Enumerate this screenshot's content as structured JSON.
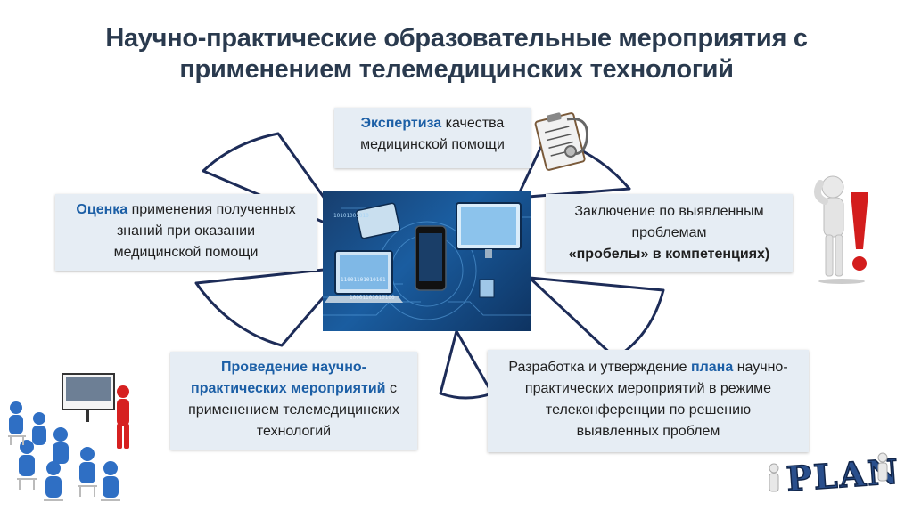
{
  "title": {
    "line1": "Научно-практические образовательные мероприятия с",
    "line2": "применением телемедицинских технологий"
  },
  "boxes": {
    "top": {
      "highlight": "Экспертиза",
      "rest1": " качества",
      "line2": "медицинской помощи"
    },
    "left": {
      "highlight": "Оценка",
      "rest1": " применения полученных",
      "line2": "знаний при оказании",
      "line3": "медицинской помощи"
    },
    "right": {
      "line1": "Заключение по выявленным",
      "line2": "проблемам",
      "line3": "«пробелы» в компетенциях)"
    },
    "bottom_left": {
      "highlight1": "Проведение научно-",
      "highlight2": "практических мероприятий",
      "rest2": " с",
      "line3": "применением телемедицинских",
      "line4": "технологий"
    },
    "bottom_right": {
      "line1_pre": "Разработка и утверждение ",
      "line1_hl": "плана",
      "line1_post": " научно-",
      "line2": "практических мероприятий в режиме",
      "line3": "телеконференции по решению",
      "line4": "выявленных проблем"
    }
  },
  "center_image": {
    "binary1": "10101001010",
    "binary2": "11001101010101",
    "binary3": "10001101010100"
  },
  "plan_image": {
    "text": "PLAN"
  },
  "colors": {
    "title": "#2a3a4e",
    "accent": "#1c5fa6",
    "box_bg": "#e6edf4",
    "shape_stroke": "#1d2c58"
  }
}
